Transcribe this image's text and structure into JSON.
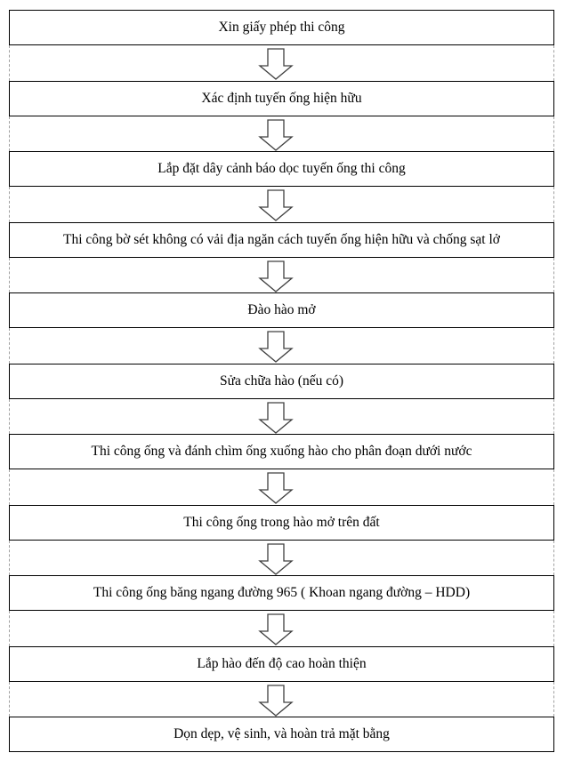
{
  "flowchart": {
    "steps": [
      {
        "label": "Xin giấy phép thi công"
      },
      {
        "label": "Xác định tuyến ống hiện hữu"
      },
      {
        "label": "Lắp đặt dây cảnh báo dọc tuyến ống thi công"
      },
      {
        "label": "Thi công bờ sét không có vải địa ngăn cách tuyến ống hiện hữu và chống sạt lở"
      },
      {
        "label": "Đào hào mở"
      },
      {
        "label": "Sửa chữa hào (nếu có)"
      },
      {
        "label": "Thi công ống và đánh chìm ống xuống hào cho phân đoạn dưới nước"
      },
      {
        "label": "Thi công ống trong hào mở trên đất"
      },
      {
        "label": "Thi công ống băng ngang đường 965 ( Khoan ngang đường – HDD)"
      },
      {
        "label": "Lắp hào đến độ cao hoàn thiện"
      },
      {
        "label": "Dọn dẹp, vệ sinh, và hoàn trả mặt bằng"
      }
    ],
    "connector_icon": "down-arrow-icon",
    "colors": {
      "box_border": "#000000",
      "arrow_stroke": "#404040",
      "guide_dash": "#a0a0a0"
    }
  }
}
